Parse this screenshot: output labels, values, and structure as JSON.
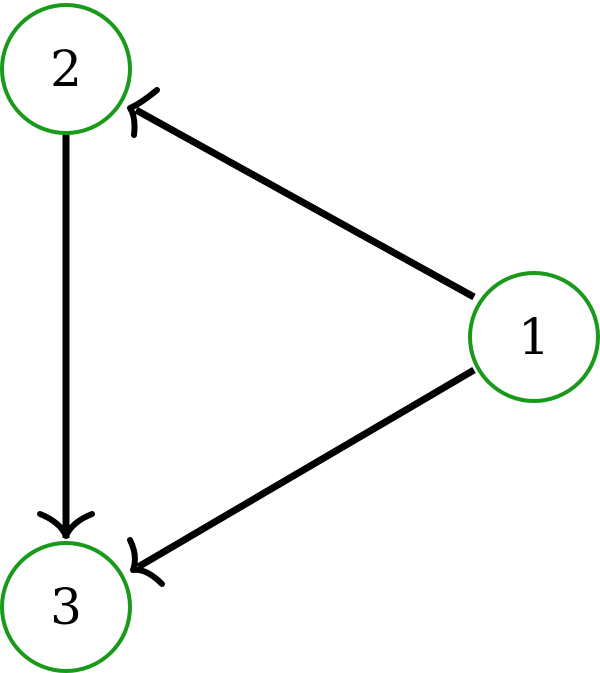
{
  "nodes": [
    {
      "id": "2",
      "label": "2"
    },
    {
      "id": "3",
      "label": "3"
    },
    {
      "id": "1",
      "label": "1"
    }
  ],
  "edges": [
    {
      "from": "1",
      "to": "2"
    },
    {
      "from": "2",
      "to": "3"
    },
    {
      "from": "1",
      "to": "3"
    }
  ],
  "colors": {
    "node_border": "#1a9a1a",
    "edge": "#000000",
    "node_fill": "#ffffff"
  }
}
